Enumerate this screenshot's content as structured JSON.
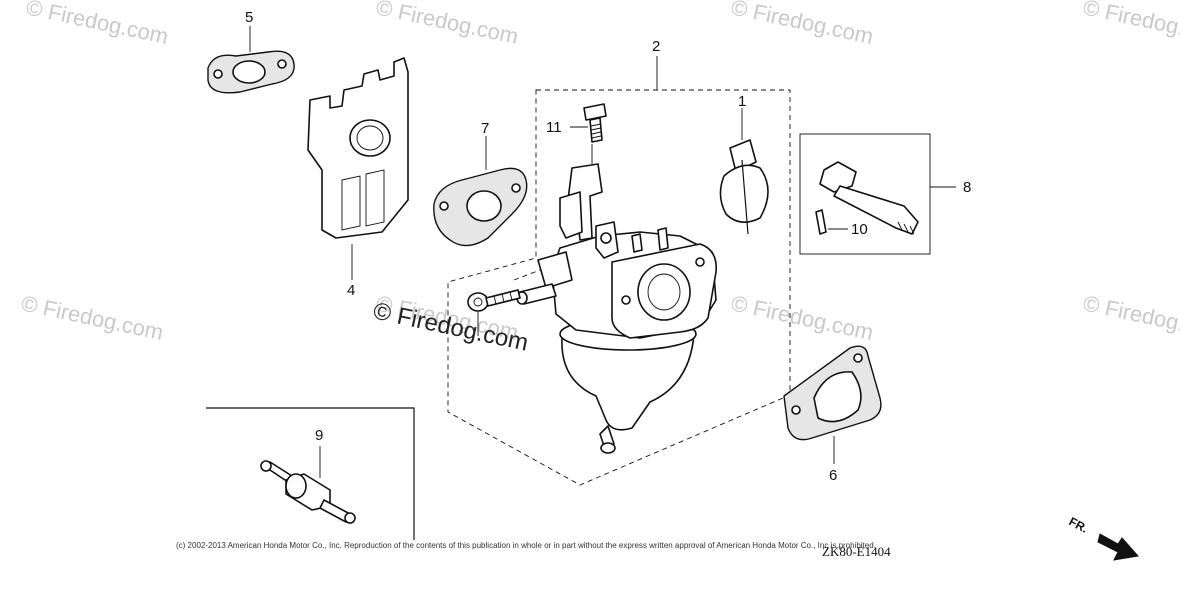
{
  "diagram": {
    "watermarks": [
      "© Firedog.com",
      "© Firedog.com",
      "© Firedog.com",
      "© Firedog.com",
      "© Firedog.com",
      "© Firedog.com",
      "© Firedog.com",
      "© Firedog.com"
    ],
    "center_watermark": "© Firedog.com",
    "callouts": {
      "c1": "1",
      "c2": "2",
      "c4": "4",
      "c5": "5",
      "c6": "6",
      "c7": "7",
      "c8": "8",
      "c9": "9",
      "c10": "10",
      "c11": "11"
    },
    "copyright": "(c) 2002-2013 American Honda Motor Co., Inc. Reproduction of the contents of this publication in whole or in part without the express written approval of American Honda Motor Co., Inc is prohibited.",
    "diagram_code": "ZK80-E1404",
    "direction_label": "FR."
  }
}
